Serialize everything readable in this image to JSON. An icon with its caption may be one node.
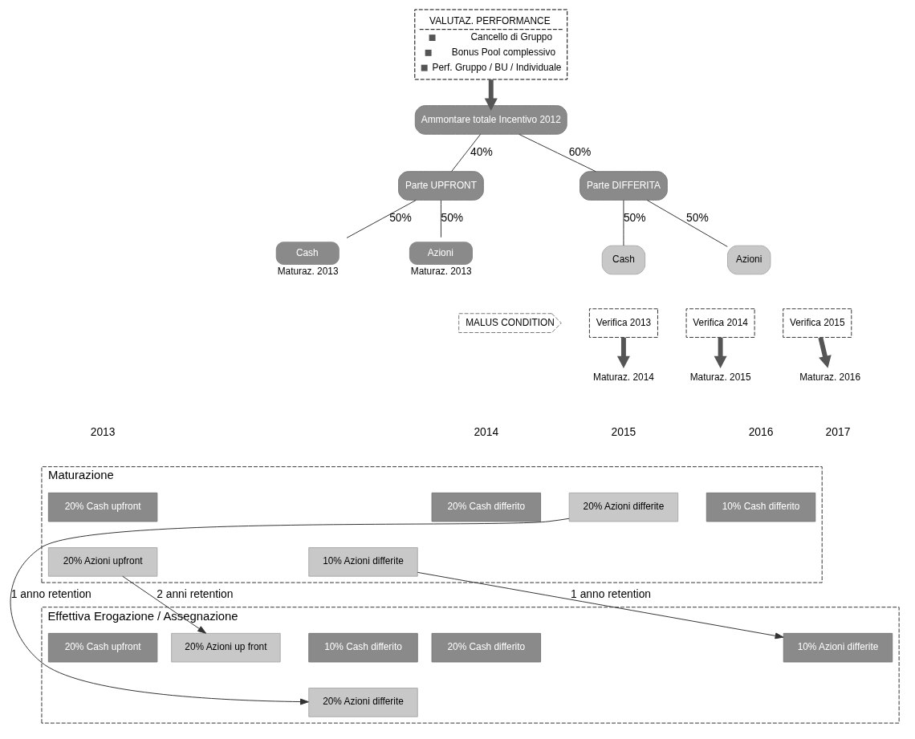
{
  "diagram": {
    "nodes": [
      {
        "text": [
          "VALUTAZ. PERFORMANCE",
          "Cancello di Gruppo",
          "Bonus Pool complessivo",
          "Perf. Gruppo / BU / Individuale"
        ]
      },
      {
        "text": [
          "Ammontare totale Incentivo 2012"
        ]
      },
      {
        "text": [
          "Parte UPFRONT"
        ]
      },
      {
        "text": [
          "Parte DIFFERITA"
        ]
      },
      {
        "text": [
          "Cash"
        ],
        "beside": [
          "Maturaz. 2013"
        ]
      },
      {
        "text": [
          "Azioni"
        ],
        "beside": [
          "Maturaz. 2013"
        ]
      },
      {
        "text": [
          "Cash"
        ]
      },
      {
        "text": [
          "Azioni"
        ]
      },
      {
        "text": [
          "MALUS CONDITION"
        ]
      },
      {
        "text": [
          "Verifica 2013"
        ]
      },
      {
        "text": [
          "Verifica 2014"
        ]
      },
      {
        "text": [
          "Verifica 2015"
        ]
      },
      {
        "text": [
          "Maturaz. 2014"
        ]
      },
      {
        "text": [
          "Maturaz. 2015"
        ]
      },
      {
        "text": [
          "Maturaz. 2016"
        ]
      },
      {
        "text": [
          "Maturazione"
        ]
      },
      {
        "text": [
          "20% Cash upfront"
        ],
        "in": 15
      },
      {
        "text": [
          "20% Azioni upfront"
        ],
        "in": 15
      },
      {
        "text": [
          "20% Cash differito"
        ],
        "in": 15
      },
      {
        "text": [
          "20% Azioni differite"
        ],
        "in": 15
      },
      {
        "text": [
          "10% Cash differito"
        ],
        "in": 15
      },
      {
        "text": [
          "10% Azioni differite"
        ],
        "in": 15
      },
      {
        "text": [
          "Effettiva Erogazione / Assegnazione"
        ]
      },
      {
        "text": [
          "20% Cash upfront"
        ],
        "in": 22
      },
      {
        "text": [
          "20% Cash differito"
        ],
        "in": 22
      },
      {
        "text": [
          "20% Azioni up front"
        ],
        "in": 22
      },
      {
        "text": [
          "10% Cash differito"
        ],
        "in": 22
      },
      {
        "text": [
          "20% Azioni differite"
        ],
        "in": 22
      },
      {
        "text": [
          "10% Azioni differite"
        ],
        "in": 22
      }
    ],
    "edges": [
      {
        "from": 0,
        "to": 1,
        "arrow": "to",
        "style": "thick"
      },
      {
        "from": 1,
        "to": 2,
        "arrow": "none",
        "label": "40%"
      },
      {
        "from": 1,
        "to": 3,
        "arrow": "none",
        "label": "60%"
      },
      {
        "from": 2,
        "to": 4,
        "arrow": "none",
        "label": "50%"
      },
      {
        "from": 2,
        "to": 5,
        "arrow": "none",
        "label": "50%"
      },
      {
        "from": 3,
        "to": 6,
        "arrow": "none",
        "label": "50%"
      },
      {
        "from": 3,
        "to": 7,
        "arrow": "none",
        "label": "50%"
      },
      {
        "from": 9,
        "to": 12,
        "arrow": "to",
        "style": "thick"
      },
      {
        "from": 10,
        "to": 13,
        "arrow": "to",
        "style": "thick"
      },
      {
        "from": 11,
        "to": 14,
        "arrow": "to",
        "style": "thick"
      },
      {
        "from": 17,
        "to": 25,
        "arrow": "to",
        "label": "2 anni retention"
      },
      {
        "from": 19,
        "to": 27,
        "arrow": "to",
        "label": "1 anno retention"
      },
      {
        "from": 21,
        "to": 28,
        "arrow": "to",
        "label": "1 anno retention"
      }
    ],
    "labels": [
      "2013",
      "2014",
      "2015",
      "2016",
      "2017"
    ]
  }
}
